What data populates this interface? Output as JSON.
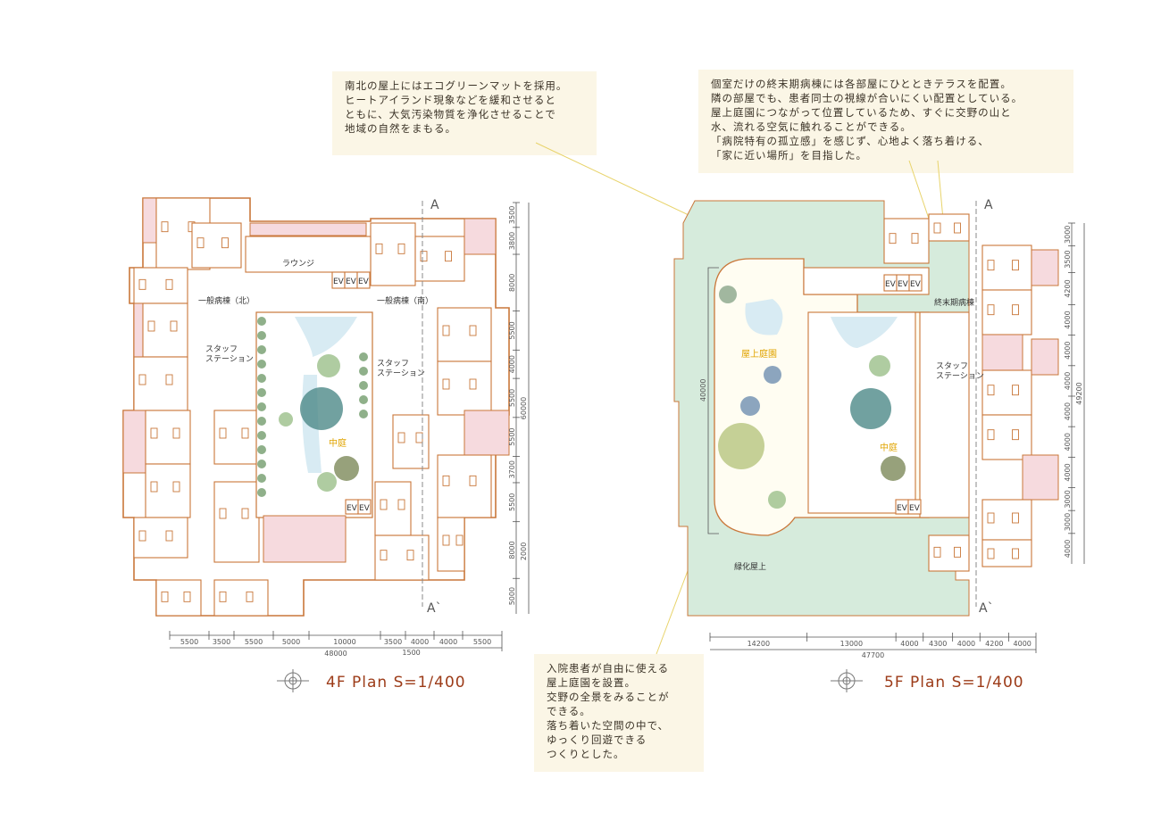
{
  "notes": {
    "north_roof": [
      "南北の屋上にはエコグリーンマットを採用。",
      "ヒートアイランド現象などを緩和させると",
      "ともに、大気汚染物質を浄化させることで",
      "地域の自然をまもる。"
    ],
    "terminal_ward": [
      "個室だけの終末期病棟には各部屋にひとときテラスを配置。",
      "隣の部屋でも、患者同士の視線が合いにくい配置としている。",
      "屋上庭園につながって位置しているため、すぐに交野の山と",
      "水、流れる空気に触れることができる。",
      "「病院特有の孤立感」を感じず、心地よく落ち着ける、",
      "「家に近い場所」を目指した。"
    ],
    "roof_garden": [
      "入院患者が自由に使える",
      "屋上庭園を設置。",
      "交野の全景をみることが",
      "できる。",
      "落ち着いた空間の中で、",
      "ゆっくり回遊できる",
      "つくりとした。"
    ]
  },
  "plan4f": {
    "title": "4F Plan S=1/400",
    "labels": {
      "lounge": "ラウンジ",
      "ward_north": "一般病棟（北）",
      "ward_south": "一般病棟（南）",
      "staff1": "スタッフ",
      "staff2": "ステーション",
      "courtyard": "中庭",
      "ev": "EV",
      "section_a": "A",
      "section_a2": "A`"
    },
    "dims_bottom": [
      "5500",
      "3500",
      "5500",
      "5000",
      "10000",
      "3500",
      "4000",
      "4000",
      "5500"
    ],
    "dims_bottom_total": "48000",
    "dims_bottom_extra": "1500",
    "dims_right": [
      "3500",
      "3800",
      "8000",
      "5500",
      "4000",
      "5500",
      "5500",
      "3700",
      "5500",
      "8000",
      "5000"
    ],
    "dims_right_total": "60000",
    "dims_right_extra": "2000"
  },
  "plan5f": {
    "title": "5F Plan S=1/400",
    "labels": {
      "roof_garden": "屋上庭園",
      "terminal_ward": "終末期病棟",
      "staff1": "スタッフ",
      "staff2": "ステーション",
      "courtyard": "中庭",
      "green_roof": "緑化屋上",
      "ev": "EV",
      "section_a": "A",
      "section_a2": "A`"
    },
    "dims_bottom": [
      "14200",
      "13000",
      "4000",
      "4300",
      "4000",
      "4200",
      "4000"
    ],
    "dims_bottom_total": "47700",
    "dims_right": [
      "3000",
      "3500",
      "4200",
      "4000",
      "4000",
      "4000",
      "4000",
      "4000",
      "4000",
      "3000",
      "3000",
      "4000"
    ],
    "dims_right_total": "49200",
    "dims_left": "40000"
  },
  "colors": {
    "wall": "#c9773a",
    "pink": "#f6dade",
    "green_roof": "#d6ebdc",
    "note_bg": "#fbf6e6",
    "title": "#9c3b18"
  }
}
